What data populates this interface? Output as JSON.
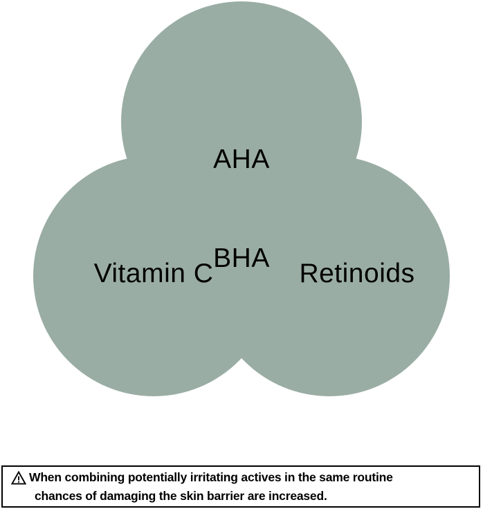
{
  "diagram": {
    "type": "venn-trefoil",
    "shape_fill_color": "#9AADA5",
    "lobes": [
      {
        "id": "top",
        "label": "AHA\nBHA",
        "text_color": "#000000"
      },
      {
        "id": "left",
        "label": "Vitamin C",
        "text_color": "#000000"
      },
      {
        "id": "right",
        "label": "Retinoids",
        "text_color": "#000000"
      }
    ],
    "top_label_line_1": "AHA",
    "top_label_line_2": "BHA",
    "left_label": "Vitamin C",
    "right_label": "Retinoids"
  },
  "caption": {
    "icon": "warning-triangle-icon",
    "line1": "When combining potentially irritating actives in the same routine",
    "line2": "chances of damaging the skin barrier are increased.",
    "border_color": "#000000",
    "text_color": "#000000"
  }
}
